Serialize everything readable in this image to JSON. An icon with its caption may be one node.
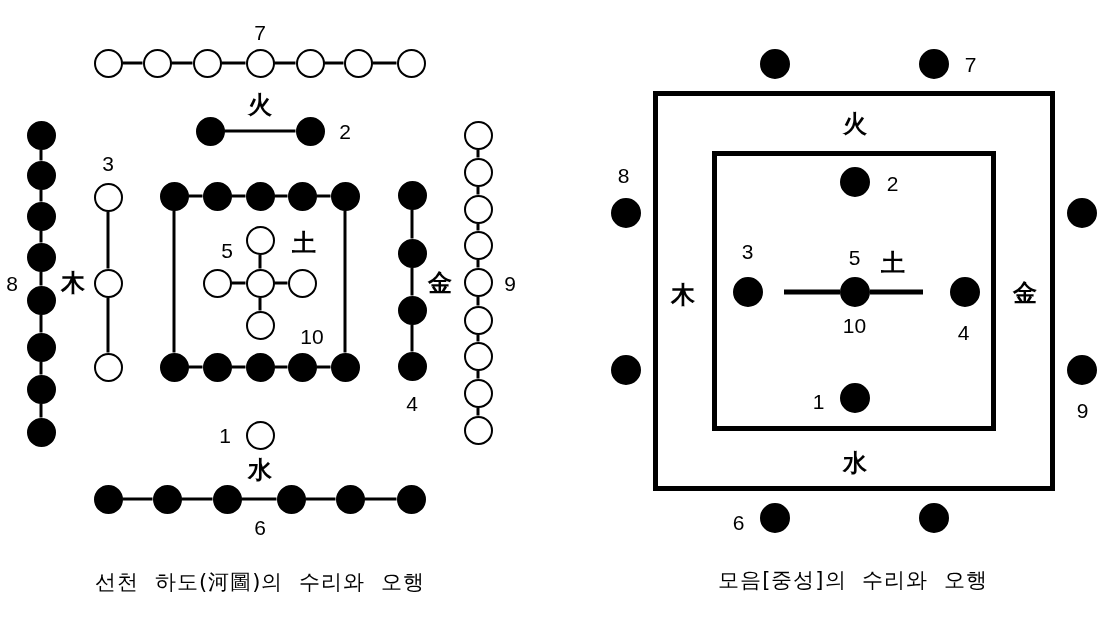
{
  "diagram": {
    "nodes": [
      {
        "text": [],
        "shape": "circle"
      },
      {
        "text": [],
        "shape": "circle"
      },
      {
        "text": [],
        "shape": "circle"
      },
      {
        "text": [],
        "shape": "circle"
      },
      {
        "text": [],
        "shape": "circle"
      },
      {
        "text": [],
        "shape": "circle"
      },
      {
        "text": [],
        "shape": "circle"
      },
      {
        "text": [],
        "shape": "dot"
      },
      {
        "text": [],
        "shape": "dot"
      },
      {
        "text": [],
        "shape": "dot"
      },
      {
        "text": [],
        "shape": "dot"
      },
      {
        "text": [],
        "shape": "dot"
      },
      {
        "text": [],
        "shape": "dot"
      },
      {
        "text": [],
        "shape": "dot"
      },
      {
        "text": [],
        "shape": "dot"
      },
      {
        "text": [],
        "shape": "dot"
      },
      {
        "text": [],
        "shape": "dot"
      },
      {
        "text": [],
        "shape": "circle"
      },
      {
        "text": [],
        "shape": "circle"
      },
      {
        "text": [],
        "shape": "circle"
      },
      {
        "text": [],
        "shape": "dot"
      },
      {
        "text": [],
        "shape": "dot"
      },
      {
        "text": [],
        "shape": "dot"
      },
      {
        "text": [],
        "shape": "dot"
      },
      {
        "text": [],
        "shape": "dot"
      },
      {
        "text": [],
        "shape": "circle"
      },
      {
        "text": [],
        "shape": "circle"
      },
      {
        "text": [],
        "shape": "circle"
      },
      {
        "text": [],
        "shape": "circle"
      },
      {
        "text": [],
        "shape": "circle"
      },
      {
        "text": [],
        "shape": "dot"
      },
      {
        "text": [],
        "shape": "dot"
      },
      {
        "text": [],
        "shape": "dot"
      },
      {
        "text": [],
        "shape": "dot"
      },
      {
        "text": [],
        "shape": "dot"
      },
      {
        "text": [],
        "shape": "dot"
      },
      {
        "text": [],
        "shape": "dot"
      },
      {
        "text": [],
        "shape": "dot"
      },
      {
        "text": [],
        "shape": "dot"
      },
      {
        "text": [],
        "shape": "circle"
      },
      {
        "text": [],
        "shape": "circle"
      },
      {
        "text": [],
        "shape": "circle"
      },
      {
        "text": [],
        "shape": "circle"
      },
      {
        "text": [],
        "shape": "circle"
      },
      {
        "text": [],
        "shape": "circle"
      },
      {
        "text": [],
        "shape": "circle"
      },
      {
        "text": [],
        "shape": "circle"
      },
      {
        "text": [],
        "shape": "circle"
      },
      {
        "text": [],
        "shape": "circle"
      },
      {
        "text": [],
        "shape": "dot"
      },
      {
        "text": [],
        "shape": "dot"
      },
      {
        "text": [],
        "shape": "dot"
      },
      {
        "text": [],
        "shape": "dot"
      },
      {
        "text": [],
        "shape": "dot"
      },
      {
        "text": [],
        "shape": "dot"
      },
      {
        "text": [],
        "shape": "dot"
      },
      {
        "text": [],
        "shape": "dot",
        "beside": [
          "7"
        ]
      },
      {
        "text": [
          "火",
          "木",
          "金",
          "水"
        ]
      },
      {
        "text": [],
        "shape": "box",
        "in": 57
      },
      {
        "text": [],
        "shape": "dot",
        "in": 58,
        "beside": [
          "2"
        ]
      },
      {
        "text": [],
        "shape": "dot",
        "beside": [
          "8"
        ]
      },
      {
        "text": [],
        "shape": "dot"
      },
      {
        "text": [],
        "shape": "dot",
        "in": 58,
        "beside": [
          "3"
        ]
      },
      {
        "text": [],
        "shape": "dot",
        "in": 58,
        "beside": [
          "5",
          "土",
          "10"
        ]
      },
      {
        "text": [],
        "shape": "dot",
        "in": 58,
        "beside": [
          "4"
        ]
      },
      {
        "text": [],
        "shape": "dot"
      },
      {
        "text": [],
        "shape": "dot",
        "beside": [
          "9"
        ]
      },
      {
        "text": [],
        "shape": "dot",
        "in": 58,
        "beside": [
          "1"
        ]
      },
      {
        "text": [],
        "shape": "dot",
        "beside": [
          "6"
        ]
      },
      {
        "text": [],
        "shape": "dot"
      }
    ],
    "edges": [
      {
        "from": 0,
        "to": 1,
        "arrow": "none"
      },
      {
        "from": 1,
        "to": 2,
        "arrow": "none"
      },
      {
        "from": 2,
        "to": 3,
        "arrow": "none"
      },
      {
        "from": 3,
        "to": 4,
        "arrow": "none"
      },
      {
        "from": 4,
        "to": 5,
        "arrow": "none"
      },
      {
        "from": 5,
        "to": 6,
        "arrow": "none"
      },
      {
        "from": 7,
        "to": 8,
        "arrow": "none"
      },
      {
        "from": 9,
        "to": 10,
        "arrow": "none"
      },
      {
        "from": 10,
        "to": 11,
        "arrow": "none"
      },
      {
        "from": 11,
        "to": 12,
        "arrow": "none"
      },
      {
        "from": 12,
        "to": 13,
        "arrow": "none"
      },
      {
        "from": 13,
        "to": 14,
        "arrow": "none"
      },
      {
        "from": 14,
        "to": 15,
        "arrow": "none"
      },
      {
        "from": 15,
        "to": 16,
        "arrow": "none"
      },
      {
        "from": 17,
        "to": 18,
        "arrow": "none"
      },
      {
        "from": 18,
        "to": 19,
        "arrow": "none"
      },
      {
        "from": 20,
        "to": 21,
        "arrow": "none"
      },
      {
        "from": 21,
        "to": 22,
        "arrow": "none"
      },
      {
        "from": 22,
        "to": 23,
        "arrow": "none"
      },
      {
        "from": 23,
        "to": 24,
        "arrow": "none"
      },
      {
        "from": 20,
        "to": 30,
        "arrow": "none"
      },
      {
        "from": 24,
        "to": 34,
        "arrow": "none"
      },
      {
        "from": 25,
        "to": 27,
        "arrow": "none"
      },
      {
        "from": 26,
        "to": 27,
        "arrow": "none"
      },
      {
        "from": 27,
        "to": 28,
        "arrow": "none"
      },
      {
        "from": 27,
        "to": 29,
        "arrow": "none"
      },
      {
        "from": 30,
        "to": 31,
        "arrow": "none"
      },
      {
        "from": 31,
        "to": 32,
        "arrow": "none"
      },
      {
        "from": 32,
        "to": 33,
        "arrow": "none"
      },
      {
        "from": 33,
        "to": 34,
        "arrow": "none"
      },
      {
        "from": 35,
        "to": 36,
        "arrow": "none"
      },
      {
        "from": 36,
        "to": 37,
        "arrow": "none"
      },
      {
        "from": 37,
        "to": 38,
        "arrow": "none"
      },
      {
        "from": 39,
        "to": 40,
        "arrow": "none"
      },
      {
        "from": 40,
        "to": 41,
        "arrow": "none"
      },
      {
        "from": 41,
        "to": 42,
        "arrow": "none"
      },
      {
        "from": 42,
        "to": 43,
        "arrow": "none"
      },
      {
        "from": 43,
        "to": 44,
        "arrow": "none"
      },
      {
        "from": 44,
        "to": 45,
        "arrow": "none"
      },
      {
        "from": 45,
        "to": 46,
        "arrow": "none"
      },
      {
        "from": 46,
        "to": 47,
        "arrow": "none"
      },
      {
        "from": 49,
        "to": 50,
        "arrow": "none"
      },
      {
        "from": 50,
        "to": 51,
        "arrow": "none"
      },
      {
        "from": 51,
        "to": 52,
        "arrow": "none"
      },
      {
        "from": 52,
        "to": 53,
        "arrow": "none"
      },
      {
        "from": 53,
        "to": 54,
        "arrow": "none"
      },
      {
        "from": 63,
        "to": null,
        "arrow": "none"
      },
      {
        "from": 63,
        "to": null,
        "arrow": "none"
      }
    ],
    "labels": [
      "7",
      "火",
      "2",
      "3",
      "土",
      "5",
      "8",
      "木",
      "金",
      "9",
      "10",
      "4",
      "1",
      "水",
      "6",
      "선천 하도(河圖)의 수리와 오행",
      "모음[중성]의 수리와 오행"
    ]
  }
}
